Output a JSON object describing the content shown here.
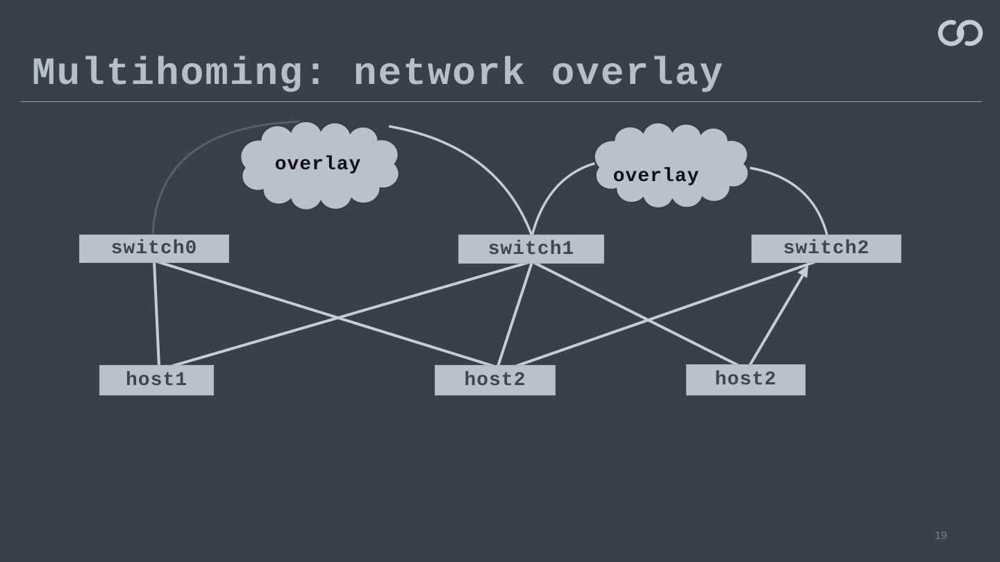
{
  "slide": {
    "title": "Multihoming: network overlay",
    "page_number": "19"
  },
  "diagram": {
    "clouds": [
      {
        "id": "overlay-cloud-1",
        "label": "overlay"
      },
      {
        "id": "overlay-cloud-2",
        "label": "overlay"
      }
    ],
    "switches": [
      {
        "id": "switch0",
        "label": "switch0"
      },
      {
        "id": "switch1",
        "label": "switch1"
      },
      {
        "id": "switch2",
        "label": "switch2"
      }
    ],
    "hosts": [
      {
        "id": "host1",
        "label": "host1"
      },
      {
        "id": "host2-middle",
        "label": "host2"
      },
      {
        "id": "host2-right",
        "label": "host2"
      }
    ],
    "edges": [
      {
        "from": "switch0",
        "to": "host1",
        "type": "straight"
      },
      {
        "from": "switch0",
        "to": "host2-middle",
        "type": "straight"
      },
      {
        "from": "switch1",
        "to": "host1",
        "type": "straight"
      },
      {
        "from": "switch1",
        "to": "host2-middle",
        "type": "straight"
      },
      {
        "from": "switch1",
        "to": "host2-right",
        "type": "straight"
      },
      {
        "from": "switch2",
        "to": "host2-middle",
        "type": "straight"
      },
      {
        "from": "host2-right",
        "to": "switch2",
        "type": "straight",
        "arrowhead": true
      },
      {
        "from": "switch0",
        "to": "switch1",
        "type": "curved",
        "via": "overlay-cloud-1"
      },
      {
        "from": "switch1",
        "to": "switch2",
        "type": "curved",
        "via": "overlay-cloud-2"
      }
    ]
  },
  "icons": {
    "logo": "interlocking-rings-logo"
  },
  "colors": {
    "background": "#37404B",
    "title_text": "#B4BFC9",
    "title_rule": "#97A1AC",
    "box_fill": "#B9C2CC",
    "box_text": "#3D4752",
    "edge_line": "#C6CDD5",
    "dark_arc": "#55606C",
    "cloud_fill": "#B9C2CC",
    "cloud_outline": "#333E48",
    "cloud_text": "#0B0E12",
    "page_number": "#75808C",
    "logo": "#C3CBD3"
  }
}
